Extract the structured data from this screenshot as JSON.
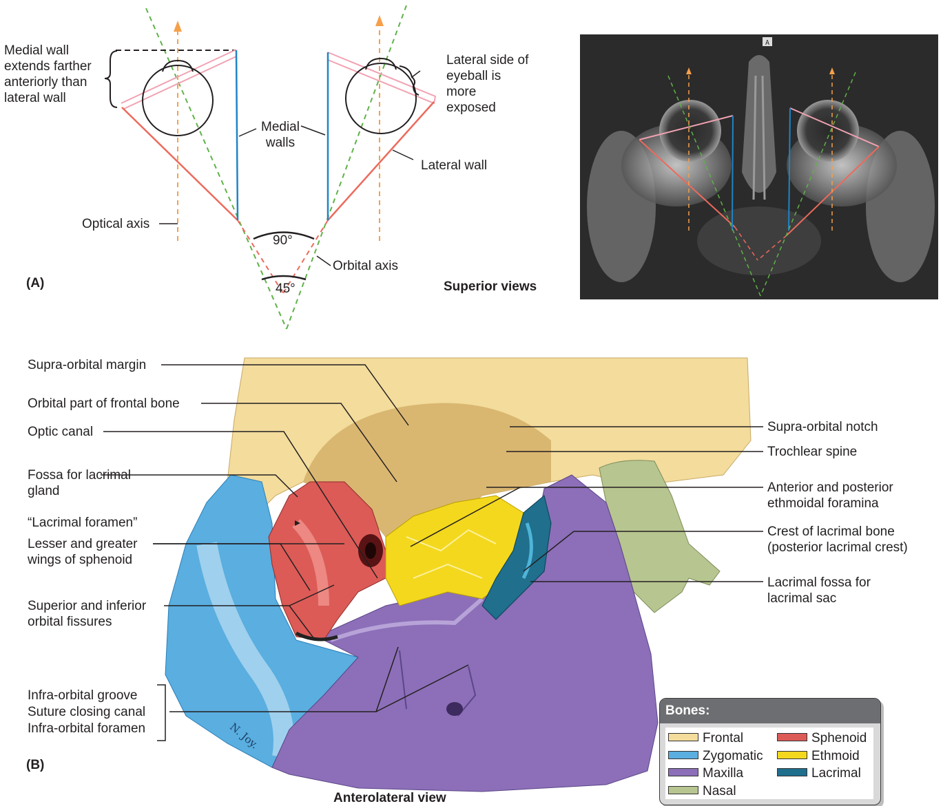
{
  "panel_a": {
    "tag": "(A)",
    "caption": "Superior views",
    "labels": {
      "medial_wall_note": "Medial wall extends farther anteriorly than lateral wall",
      "lateral_side_note": "Lateral side of eyeball is more exposed",
      "medial_walls": "Medial walls",
      "lateral_wall": "Lateral wall",
      "optical_axis": "Optical axis",
      "orbital_axis": "Orbital axis",
      "angle_90": "90°",
      "angle_45": "45°"
    },
    "mri_marker": "A"
  },
  "panel_b": {
    "tag": "(B)",
    "caption": "Anterolateral view",
    "signature": "N. Joy.",
    "left_labels": {
      "supra_orbital_margin": "Supra-orbital margin",
      "orbital_part_frontal": "Orbital part of frontal bone",
      "optic_canal": "Optic canal",
      "fossa_lacrimal_gland": "Fossa for lacrimal gland",
      "lacrimal_foramen": "“Lacrimal foramen”",
      "wings_sphenoid": "Lesser and greater wings of sphenoid",
      "orbital_fissures": "Superior and inferior orbital fissures",
      "infra_orbital_groove": "Infra-orbital groove",
      "suture_closing_canal": "Suture closing canal",
      "infra_orbital_foramen": "Infra-orbital foramen"
    },
    "right_labels": {
      "supra_orbital_notch": "Supra-orbital notch",
      "trochlear_spine": "Trochlear spine",
      "ethmoidal_foramina": "Anterior and posterior ethmoidal foramina",
      "crest_lacrimal": "Crest of lacrimal bone (posterior lacrimal crest)",
      "lacrimal_fossa": "Lacrimal fossa for lacrimal sac"
    }
  },
  "legend": {
    "title": "Bones:",
    "items": [
      {
        "label": "Frontal",
        "color": "#f3dc9c"
      },
      {
        "label": "Zygomatic",
        "color": "#5aaee0"
      },
      {
        "label": "Maxilla",
        "color": "#8c6fb8"
      },
      {
        "label": "Nasal",
        "color": "#b7c590"
      },
      {
        "label": "Sphenoid",
        "color": "#dc5b57"
      },
      {
        "label": "Ethmoid",
        "color": "#f3d81e"
      },
      {
        "label": "Lacrimal",
        "color": "#1f6f8d"
      }
    ]
  },
  "colors": {
    "medial_wall": "#1f84c7",
    "lateral_wall": "#ec6a5c",
    "rim": "#f2a2b2",
    "optical_axis": "#f5a04b",
    "orbital_axis": "#5fb248"
  }
}
